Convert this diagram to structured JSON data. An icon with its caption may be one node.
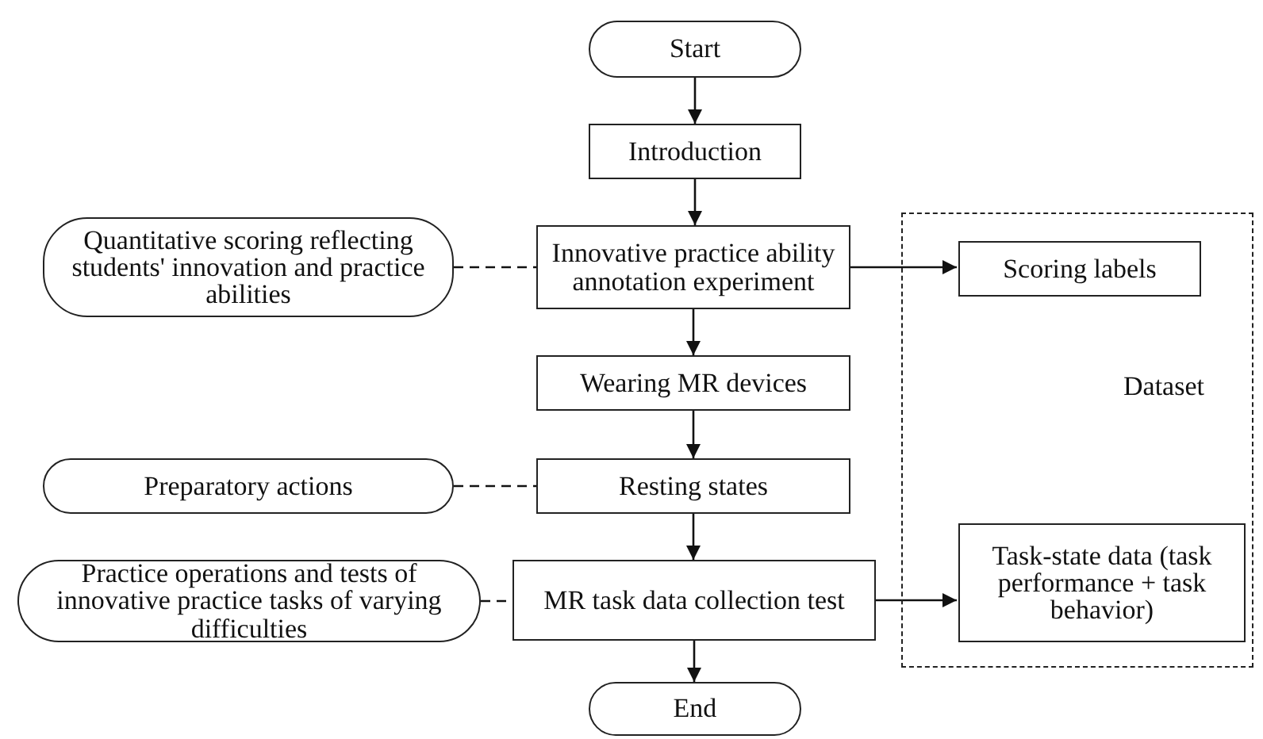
{
  "diagram": {
    "nodes": [
      {
        "text": [
          "Start"
        ]
      },
      {
        "text": [
          "Introduction"
        ]
      },
      {
        "text": [
          "Innovative practice ability annotation experiment"
        ]
      },
      {
        "text": [
          "Wearing MR devices"
        ]
      },
      {
        "text": [
          "Resting states"
        ]
      },
      {
        "text": [
          "MR task data collection test"
        ]
      },
      {
        "text": [
          "End"
        ]
      },
      {
        "text": [
          "Quantitative scoring reflecting students' innovation and practice abilities"
        ]
      },
      {
        "text": [
          "Preparatory actions"
        ]
      },
      {
        "text": [
          "Practice operations and tests of innovative practice tasks of varying difficulties"
        ]
      },
      {
        "text": [
          "Dataset"
        ]
      },
      {
        "text": [
          "Scoring labels"
        ],
        "in": 10
      },
      {
        "text": [
          "Task-state data (task performance + task behavior)"
        ],
        "in": 10
      }
    ],
    "edges": [
      {
        "from": 0,
        "to": 1,
        "arrow": "to"
      },
      {
        "from": 1,
        "to": 2,
        "arrow": "to"
      },
      {
        "from": 2,
        "to": 3,
        "arrow": "to"
      },
      {
        "from": 3,
        "to": 4,
        "arrow": "to"
      },
      {
        "from": 4,
        "to": 5,
        "arrow": "to"
      },
      {
        "from": 5,
        "to": 6,
        "arrow": "to"
      },
      {
        "from": 7,
        "to": 2,
        "arrow": "none",
        "style": "dashed"
      },
      {
        "from": 8,
        "to": 4,
        "arrow": "none",
        "style": "dashed"
      },
      {
        "from": 9,
        "to": 5,
        "arrow": "none",
        "style": "dashed"
      },
      {
        "from": 2,
        "to": 11,
        "arrow": "to"
      },
      {
        "from": 5,
        "to": 12,
        "arrow": "to"
      }
    ]
  }
}
